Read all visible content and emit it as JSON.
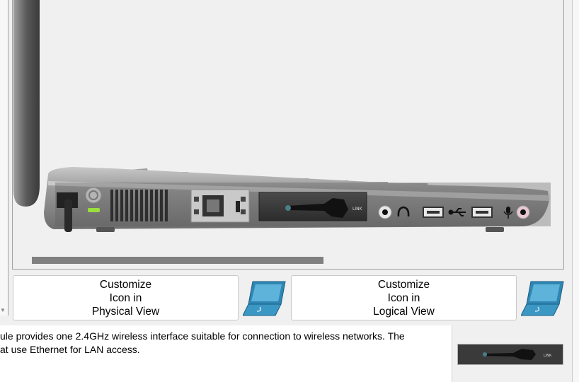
{
  "physical_button": {
    "line1": "Customize",
    "line2": "Icon in",
    "line3": "Physical View"
  },
  "logical_button": {
    "line1": "Customize",
    "line2": "Icon in",
    "line3": "Logical View"
  },
  "description": {
    "line1": "ule provides one 2.4GHz wireless interface suitable for connection to wireless networks. The",
    "line2": "at use Ethernet for LAN access."
  },
  "laptop_port_labels": {
    "link_module": "LINK",
    "link_thumb": "LINK"
  },
  "icons": {
    "physical": "laptop-icon",
    "logical": "laptop-icon",
    "headphone": "headphone-icon",
    "usb": "usb-icon",
    "mic": "microphone-icon"
  },
  "colors": {
    "laptop_body": "#8c8c8c",
    "laptop_icon": "#2f86b3",
    "power_led": "#9adf3c"
  }
}
